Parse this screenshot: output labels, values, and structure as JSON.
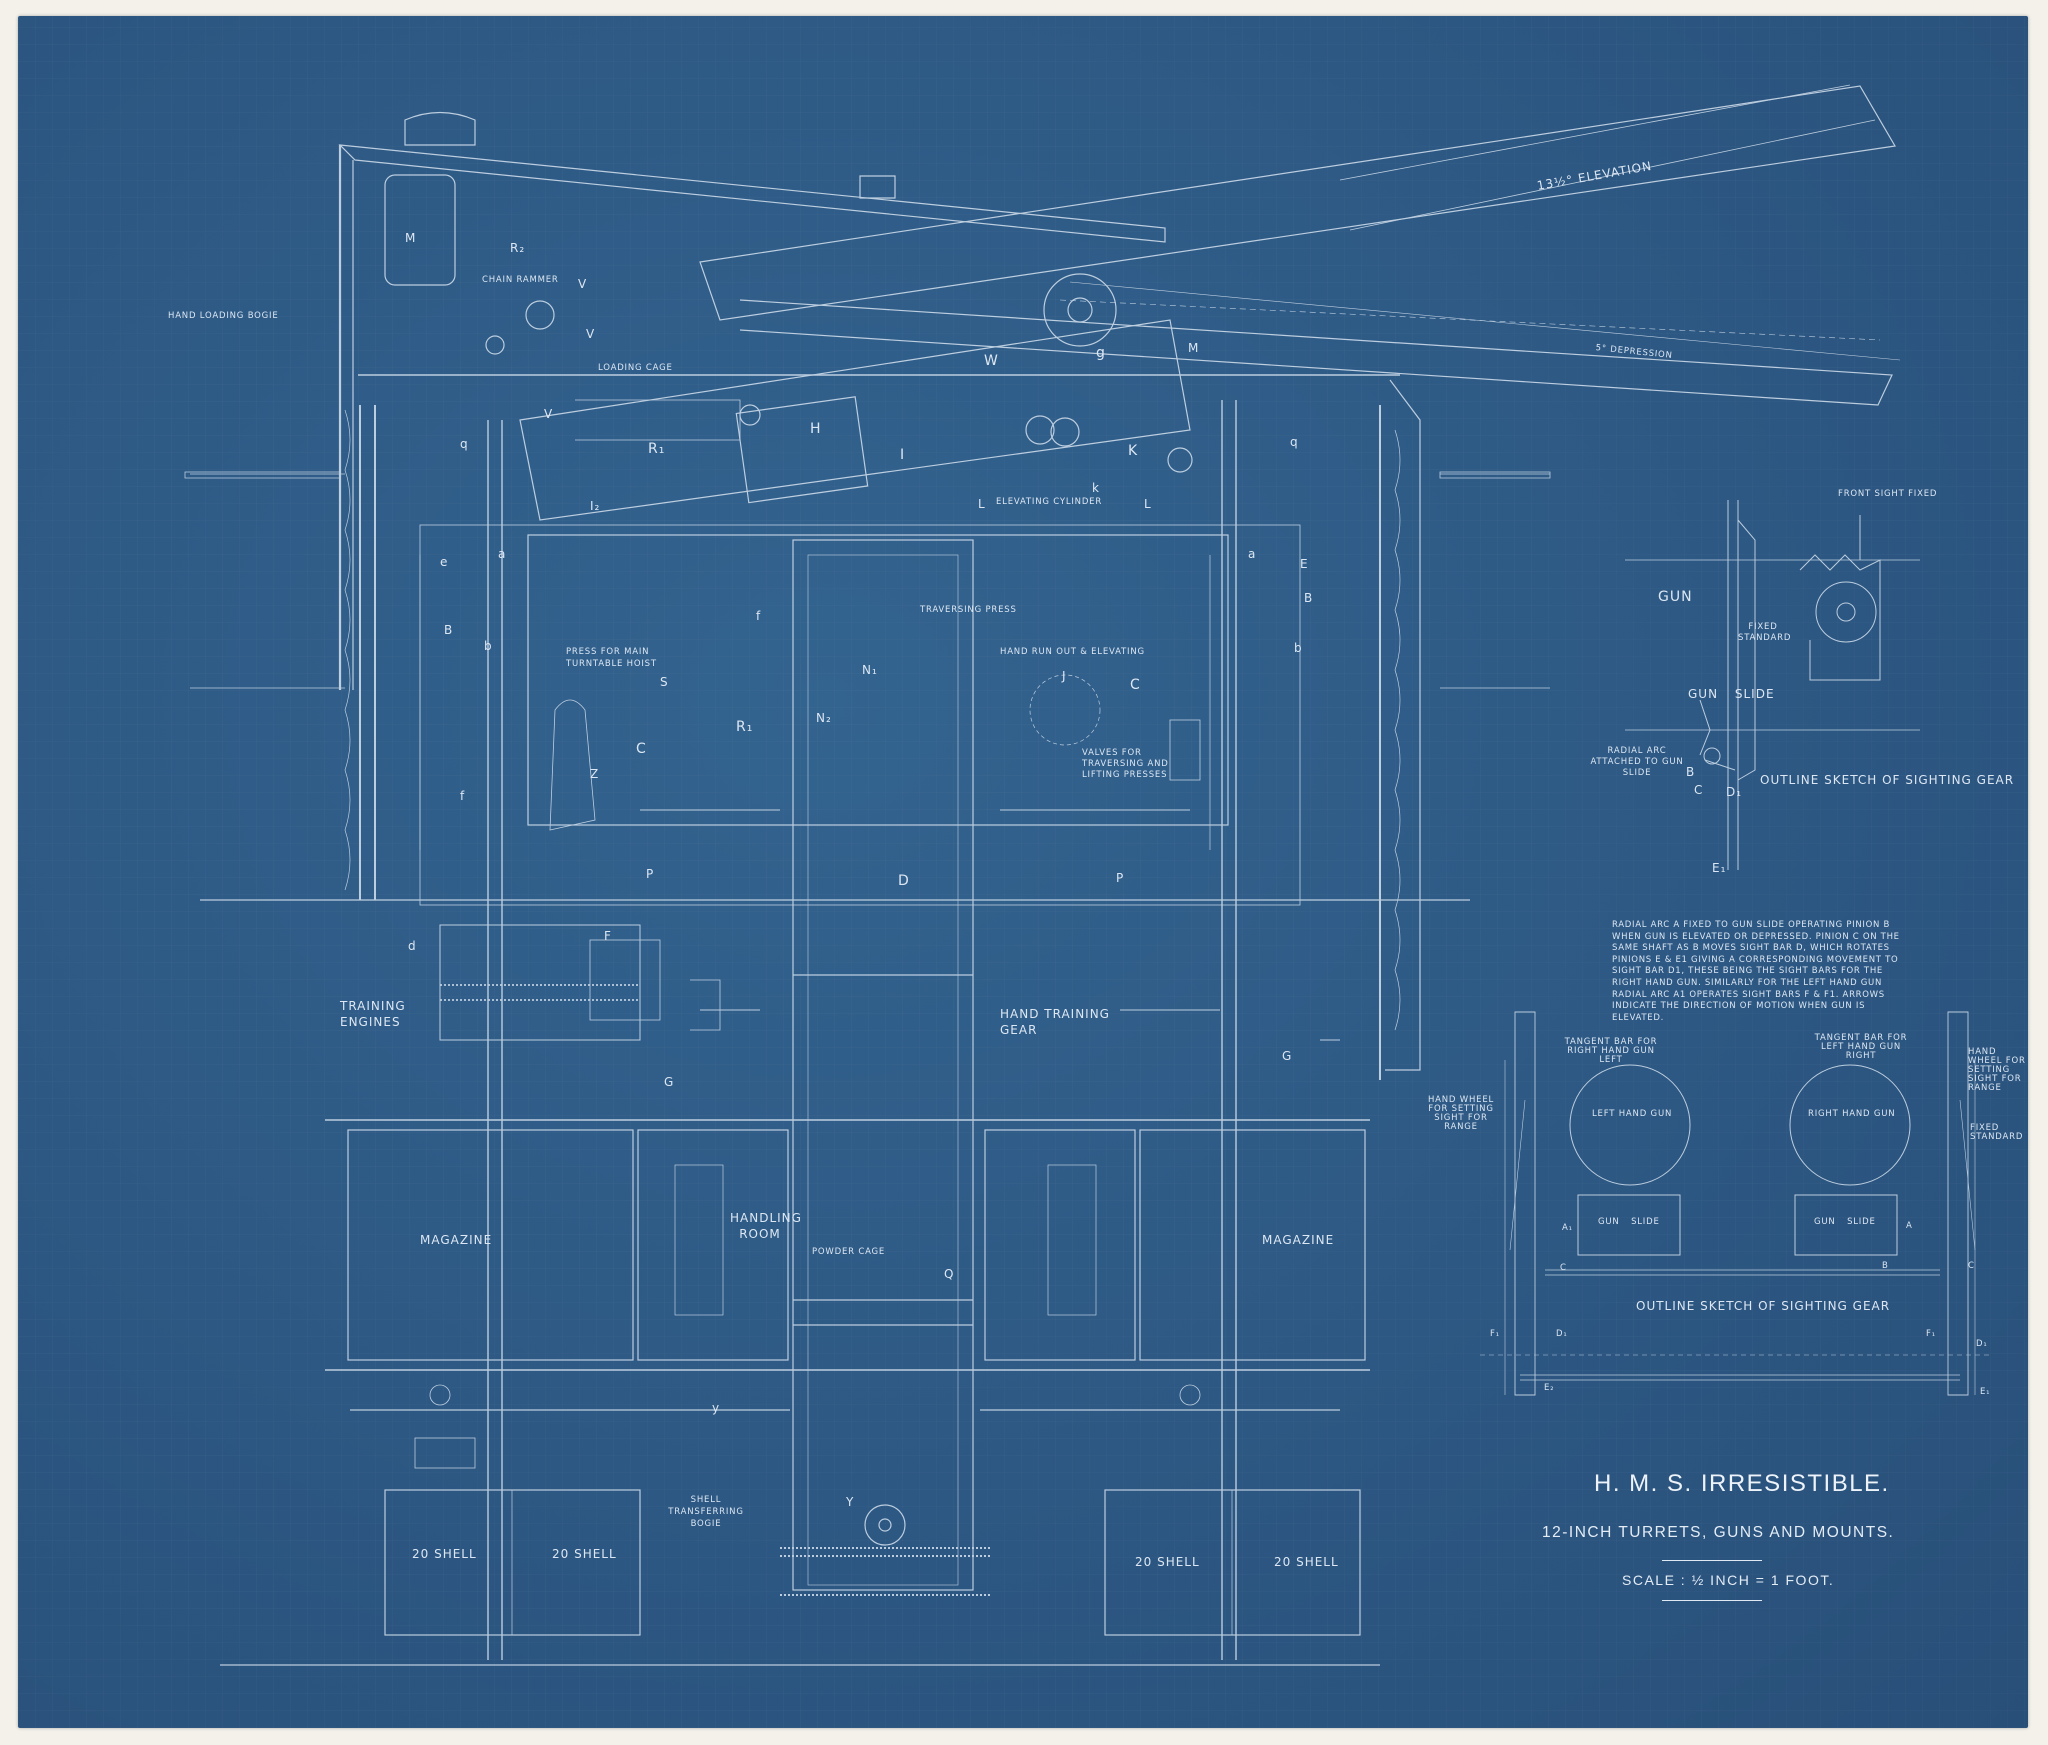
{
  "title_block": {
    "ship": "H. M. S. IRRESISTIBLE.",
    "subject": "12-INCH TURRETS, GUNS AND MOUNTS.",
    "scale": "SCALE : ½ INCH = 1 FOOT."
  },
  "labels": {
    "elevation": "13½° ELEVATION",
    "depression": "5° DEPRESSION",
    "hand_loading_bogie": "HAND LOADING BOGIE",
    "chain_rammer": "CHAIN RAMMER",
    "loading_cage": "LOADING CAGE",
    "elevating_cylinder": "ELEVATING CYLINDER",
    "traversing_press": "TRAVERSING PRESS",
    "press_turntable_hoist": "PRESS FOR MAIN TURNTABLE HOIST",
    "hand_run_out": "HAND RUN OUT & ELEVATING",
    "valves_traversing": "VALVES FOR TRAVERSING AND LIFTING PRESSES",
    "training_engines": "TRAINING ENGINES",
    "hand_training_gear": "HAND TRAINING GEAR",
    "magazine": "MAGAZINE",
    "handling_room": "HANDLING ROOM",
    "powder_cage": "POWDER CAGE",
    "shell_transferring_bogie": "SHELL TRANSFERRING BOGIE",
    "shell_20": "20 SHELL",
    "front_sight_fixed": "FRONT SIGHT FIXED",
    "gun": "GUN",
    "fixed_standard": "FIXED STANDARD",
    "gun_slide": "GUN SLIDE",
    "radial_arc_attached": "RADIAL ARC ATTACHED TO GUN SLIDE",
    "outline_sketch_1": "OUTLINE SKETCH OF SIGHTING GEAR",
    "outline_sketch_2": "OUTLINE SKETCH OF SIGHTING GEAR",
    "sight_bar_right": "TANGENT BAR FOR RIGHT HAND GUN LEFT",
    "sight_bar_left": "TANGENT BAR FOR LEFT HAND GUN RIGHT",
    "hand_wheel_left": "HAND WHEEL FOR SETTING SIGHT FOR RANGE",
    "hand_wheel_right": "HAND WHEEL FOR SETTING SIGHT FOR RANGE",
    "fixed_standard_2": "FIXED STANDARD",
    "left_hand_gun": "LEFT HAND GUN",
    "right_hand_gun": "RIGHT HAND GUN",
    "gun_slide_l": "GUN SLIDE",
    "gun_slide_r": "GUN SLIDE"
  },
  "note_text": "RADIAL ARC A FIXED TO GUN SLIDE OPERATING PINION B WHEN GUN IS ELEVATED OR DEPRESSED. PINION C ON THE SAME SHAFT AS B MOVES SIGHT BAR D, WHICH ROTATES PINIONS E & E1 GIVING A CORRESPONDING MOVEMENT TO SIGHT BAR D1, THESE BEING THE SIGHT BARS FOR THE RIGHT HAND GUN. SIMILARLY FOR THE LEFT HAND GUN RADIAL ARC A1 OPERATES SIGHT BARS F & F1. ARROWS INDICATE THE DIRECTION OF MOTION WHEN GUN IS ELEVATED.",
  "letters": {
    "M": "M",
    "R2": "R₂",
    "V": "V",
    "H": "H",
    "R1": "R₁",
    "I": "I",
    "I2": "I₂",
    "W": "W",
    "g": "g",
    "K": "K",
    "k": "k",
    "L": "L",
    "q": "q",
    "e": "e",
    "a": "a",
    "E": "E",
    "B": "B",
    "b": "b",
    "f": "f",
    "C": "C",
    "Z": "Z",
    "J": "J",
    "N1": "N₁",
    "N2": "N₂",
    "S": "S",
    "P": "P",
    "D": "D",
    "d": "d",
    "F": "F",
    "G": "G",
    "Q": "Q",
    "Y": "Y",
    "y": "y",
    "D1": "D₁",
    "E1": "E₁",
    "F1": "F₁",
    "A1": "A₁",
    "A": "A",
    "c": "C",
    "E2": "E₂"
  },
  "colors": {
    "paper": "#2f5c86",
    "ink": "#dde7f3"
  }
}
